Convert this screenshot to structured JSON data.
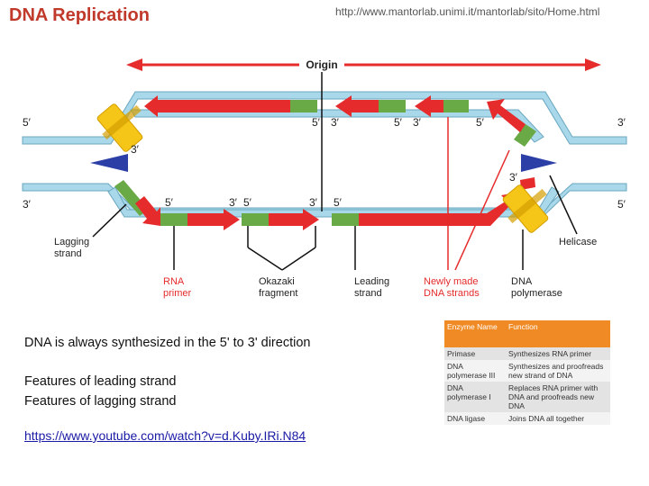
{
  "slide": {
    "title": "DNA Replication",
    "source_url": "http://www.mantorlab.unimi.it/mantorlab/sito/Home.html"
  },
  "diagram": {
    "origin_label": "Origin",
    "end_labels": {
      "five": "5′",
      "three": "3′"
    },
    "labels": {
      "lagging_strand": [
        "Lagging",
        "strand"
      ],
      "helicase": "Helicase",
      "rna_primer": [
        "RNA",
        "primer"
      ],
      "okazaki_fragment": [
        "Okazaki",
        "fragment"
      ],
      "leading_strand": [
        "Leading",
        "strand"
      ],
      "newly_made": [
        "Newly made",
        "DNA strands"
      ],
      "dna_polymerase": [
        "DNA",
        "polymerase"
      ]
    },
    "colors": {
      "template_strand": "#a8d8ea",
      "new_strand": "#e52b2b",
      "primer": "#6aaa46",
      "enzyme": "#f5c518",
      "helicase": "#2b3fa6",
      "annotation_red": "#e52b2b"
    }
  },
  "text": {
    "direction_statement": "DNA is always synthesized in the 5' to 3' direction",
    "features_leading": "Features of leading strand",
    "features_lagging": "Features of lagging strand",
    "video_link": "https://www.youtube.com/watch?v=d.Kuby.IRi.N84"
  },
  "enzyme_table": {
    "headers": [
      "Enzyme Name",
      "Function"
    ],
    "rows": [
      {
        "enzyme": "Primase",
        "function": "Synthesizes RNA primer"
      },
      {
        "enzyme": "DNA polymerase III",
        "function": "Synthesizes and proofreads new strand of DNA"
      },
      {
        "enzyme": "DNA polymerase I",
        "function": "Replaces RNA primer with DNA and proofreads new DNA"
      },
      {
        "enzyme": "DNA ligase",
        "function": "Joins DNA all together"
      }
    ]
  }
}
